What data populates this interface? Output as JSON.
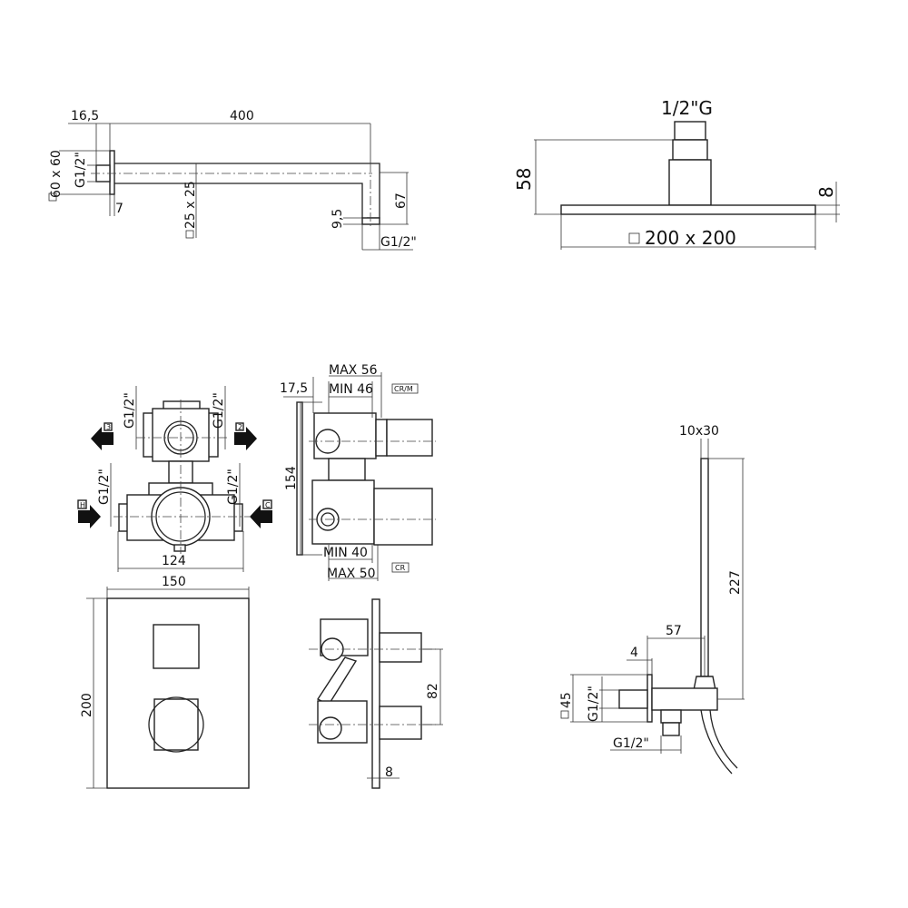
{
  "shower_arm": {
    "offset": "16,5",
    "length": "400",
    "flange": "60 x 60",
    "thread_wall": "G1/2\"",
    "flange_depth": "7",
    "section": "25 x 25",
    "drop": "67",
    "outlet_height": "9,5",
    "thread_outlet": "G1/2\""
  },
  "shower_head": {
    "thread": "1/2\"G",
    "height": "58",
    "thickness": "8",
    "size": "200 x 200"
  },
  "valve_body": {
    "thread_top_left": "G1/2\"",
    "thread_top_right": "G1/2\"",
    "thread_bottom_left": "G1/2\"",
    "thread_bottom_right": "G1/2\"",
    "outlet_3": "3",
    "outlet_2": "2",
    "inlet_hot": "H",
    "inlet_cold": "C",
    "inner_width": "124",
    "outer_width": "150"
  },
  "valve_side": {
    "offset": "17,5",
    "max_top": "MAX 56",
    "min_top": "MIN 46",
    "tag_top": "CR/M",
    "height": "154",
    "min_bottom": "MIN 40",
    "max_bottom": "MAX 50",
    "tag_bottom": "CR"
  },
  "trim_plate": {
    "height": "200",
    "spacing": "82",
    "depth": "8"
  },
  "hand_shower": {
    "section": "10x30",
    "length": "227",
    "projection": "57",
    "offset": "4",
    "plate": "45",
    "thread_wall": "G1/2\"",
    "thread_outlet": "G1/2\""
  }
}
